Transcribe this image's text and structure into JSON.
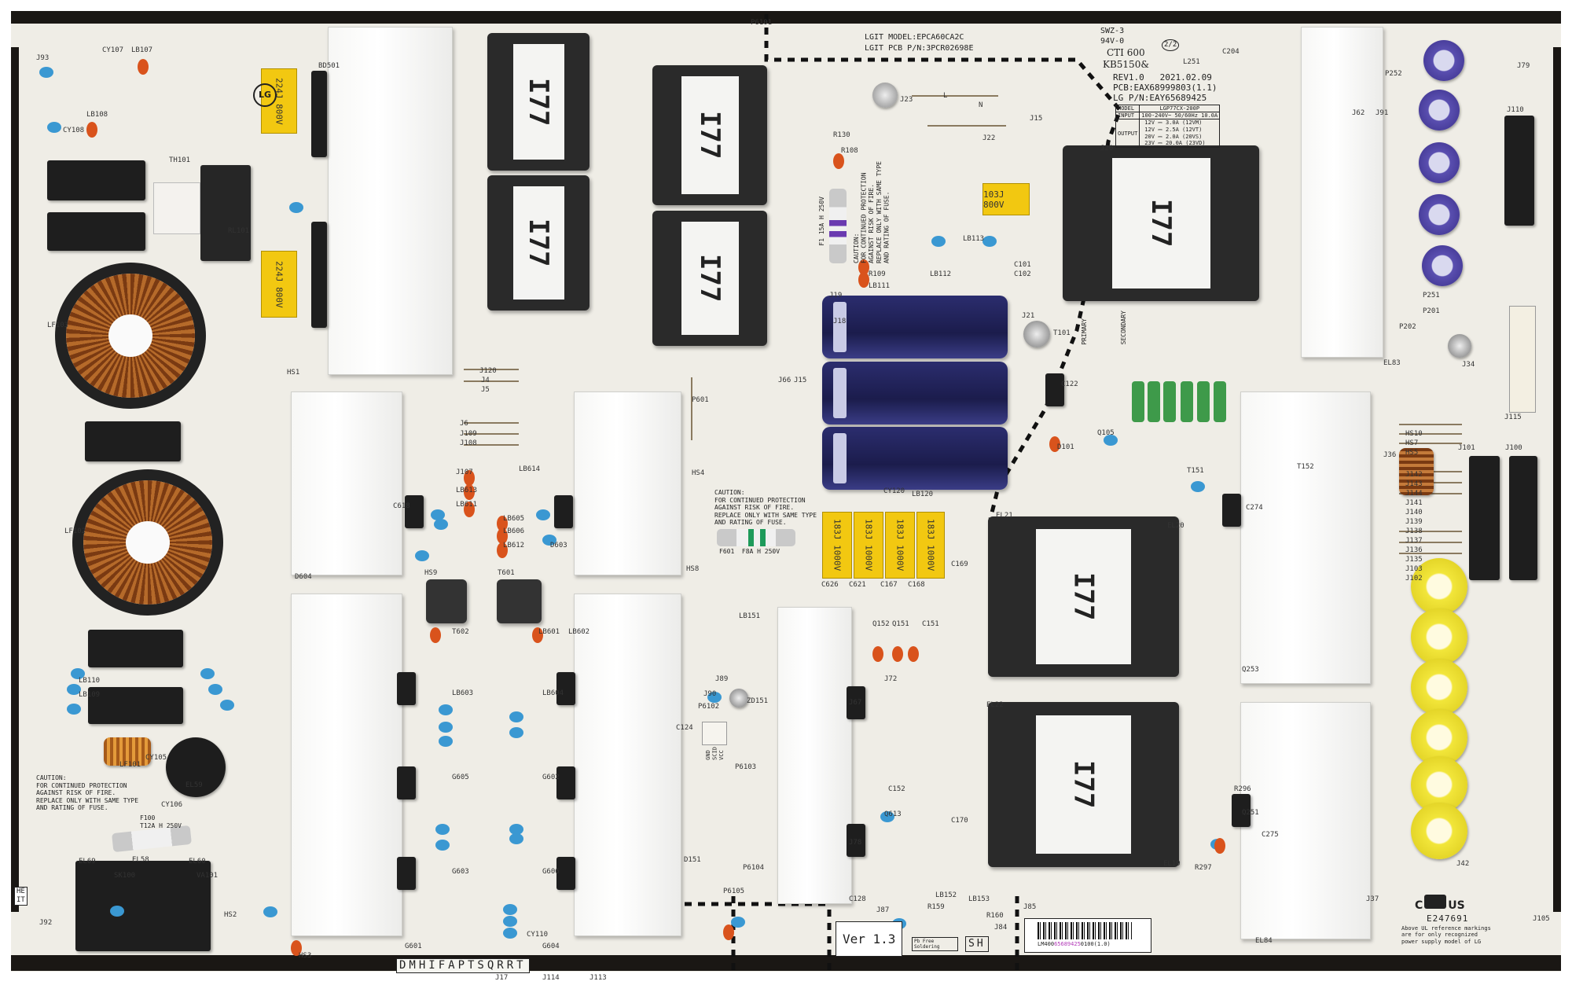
{
  "board": {
    "model_line": "LGIT MODEL:EPCA60CA2C",
    "pcb_pn_line": "LGIT PCB P/N:3PCR02698E",
    "flammability": [
      "SWZ-3",
      "94V-0"
    ],
    "cti": "CTI 600",
    "kb": "KB5150&",
    "sheet": "2/2",
    "rev": "REV1.0   2021.02.09",
    "pcb": "PCB:EAX68999803(1.1)",
    "lg_pn": "LG P/N:EAY65689425",
    "spec_table": {
      "model_label": "MODEL",
      "model_value": "LGP77CX-200P",
      "input_label": "INPUT",
      "input_value": "100-240V~ 50/60Hz 10.0A",
      "output_label": "OUTPUT",
      "outputs": [
        "12V ⎓ 3.0A  (12VM)",
        "12V ⎓ 2.5A  (12VT)",
        "20V ⎓ 2.0A  (20VS)",
        "23V ⎓ 20.0A  (23VD)"
      ]
    },
    "caution_left": "CAUTION:\nFOR CONTINUED PROTECTION\nAGAINST RISK OF FIRE.\nREPLACE ONLY WITH SAME TYPE\nAND RATING OF FUSE.",
    "caution_mid": "CAUTION:\nFOR CONTINUED PROTECTION\nAGAINST RISK OF FIRE.\nREPLACE ONLY WITH SAME TYPE\nAND RATING OF FUSE.",
    "caution_top": "CAUTION:\nFOR CONTINUED PROTECTION\nAGAINST RISK OF FIRE.\nREPLACE ONLY WITH SAME TYPE\nAND RATING OF FUSE.",
    "fuse_f100": "F100\nT12A H 250V",
    "fuse_f601": "F601  F8A H 250V",
    "fuse_f1": "F1 15A H 250V",
    "version": "Ver 1.3",
    "pb_free": "Pb Free\nSoldering",
    "sh": "SH",
    "letters": "DMHIFAPTSQRRT",
    "barcode_text_prefix": "LM400",
    "barcode_text_highlight": "65689425",
    "barcode_text_suffix": "0100(1.0)",
    "ul_number": "E247691",
    "ul_note": "Above UL reference markings\nare for only recognized\npower supply model of LG",
    "ul_c": "C",
    "ul_us": "US",
    "primary": "PRIMARY",
    "secondary": "SECONDARY",
    "he_it": "HE\nIT",
    "transformer_mark": "I77",
    "lg_logo": "LG",
    "p601_pins": "GND\nSCID\nVCC",
    "lf_labels": [
      "LF103",
      "LF102",
      "LF101"
    ],
    "xcap_text": [
      "224J\n800V",
      "224J\n800V",
      "103J\n800V",
      "183J\n1000V",
      "183J\n1000V",
      "183J\n1000V",
      "183J\n1000V"
    ],
    "ref_labels": [
      "CY107",
      "LB107",
      "LB108",
      "CY108",
      "TH101",
      "RL101",
      "BD501",
      "HS1",
      "J120",
      "J4",
      "J5",
      "J6",
      "J109",
      "J108",
      "J107",
      "LB613",
      "LB611",
      "LB605",
      "LB606",
      "LB612",
      "LB614",
      "C618",
      "D603",
      "D604",
      "HS8",
      "HS9",
      "T601",
      "T602",
      "LB601",
      "LB602",
      "LB603",
      "LB604",
      "G605",
      "G602",
      "G603",
      "G606",
      "G601",
      "G604",
      "HS2",
      "HS3",
      "CY110",
      "LB110",
      "LB109",
      "CY105",
      "CY106",
      "EL69",
      "EL60",
      "EL58",
      "EL59",
      "SK100",
      "VA101",
      "L",
      "N",
      "J22",
      "J15",
      "J23",
      "R130",
      "R108",
      "R109",
      "LB111",
      "LB112",
      "LB113",
      "C101",
      "C102",
      "J20",
      "J21",
      "T101",
      "C122",
      "D101",
      "Q105",
      "LB120",
      "CY120",
      "J19",
      "J18",
      "C626",
      "C621",
      "C167",
      "C168",
      "C169",
      "C170",
      "EL20",
      "EL19",
      "EL21",
      "EL22",
      "T152",
      "T151",
      "R297",
      "C275",
      "C274",
      "R296",
      "Q251",
      "Q253",
      "EL84",
      "EL83",
      "HS10",
      "HS7",
      "HS5",
      "J142",
      "J143",
      "J144",
      "J141",
      "J140",
      "J139",
      "J138",
      "J137",
      "J136",
      "J135",
      "J103",
      "J102",
      "J101",
      "J100",
      "J110",
      "J115",
      "P252",
      "P251",
      "P201",
      "P202",
      "J34",
      "J36",
      "J37",
      "J42",
      "C204",
      "L251",
      "J62",
      "J91",
      "J92",
      "J93",
      "J79",
      "J105",
      "P6101",
      "P6102",
      "P6103",
      "P6104",
      "P6105",
      "J78",
      "J67",
      "J72",
      "Q613",
      "Q152",
      "Q151",
      "C151",
      "C152",
      "LB151",
      "LB152",
      "LB153",
      "R159",
      "R160",
      "J84",
      "J85",
      "J87",
      "J89",
      "J90",
      "ZD151",
      "C124",
      "C128",
      "D151",
      "P601",
      "HS4",
      "J66",
      "J15",
      "J17",
      "J114",
      "J113"
    ]
  },
  "colors": {
    "board": "#efede6",
    "border": "#1a1714",
    "heatsink": "#f9f9f7",
    "bulk_capacitor": "#23255c",
    "purple_capacitor": "#5a4fb0",
    "yellow_capacitor": "#f2e63a",
    "film_capacitor": "#f2c811",
    "ceramic_blue": "#3a98d2",
    "bead_orange": "#d9531c",
    "resistor_green": "#3e9a4a",
    "copper": "#9a4a1a"
  }
}
